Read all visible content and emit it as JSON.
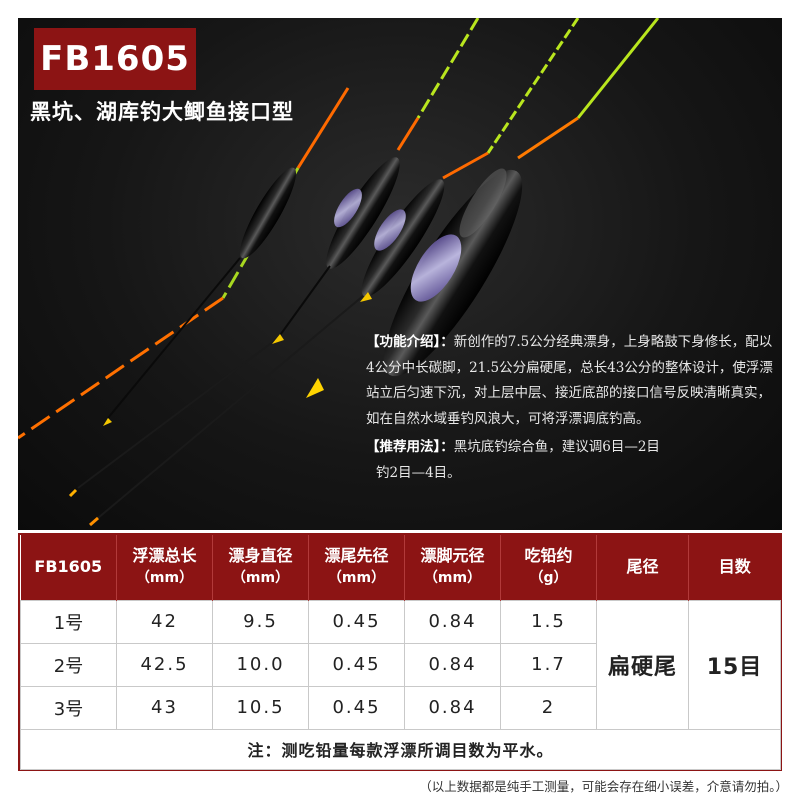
{
  "header": {
    "model": "FB1605",
    "subtitle": "黑坑、湖库钓大鲫鱼接口型"
  },
  "description": {
    "function_head": "【功能介绍】：",
    "function_text": "新创作的7.5公分经典漂身，上身略鼓下身修长，配以4公分中长碳脚，21.5公分扁硬尾，总长43公分的整体设计，使浮漂站立后匀速下沉，对上层中层、接近底部的接口信号反映清晰真实，如在自然水域垂钓风浪大，可将浮漂调底钓高。",
    "usage_head": "【推荐用法】：",
    "usage_text_1": "黑坑底钓综合鱼，建议调6目—2目",
    "usage_text_2": "钓2目—4目。"
  },
  "table": {
    "headers": [
      {
        "name": "FB1605",
        "unit": ""
      },
      {
        "name": "浮漂总长",
        "unit": "（mm）"
      },
      {
        "name": "漂身直径",
        "unit": "（mm）"
      },
      {
        "name": "漂尾先径",
        "unit": "（mm）"
      },
      {
        "name": "漂脚元径",
        "unit": "（mm）"
      },
      {
        "name": "吃铅约",
        "unit": "（g）"
      },
      {
        "name": "尾径",
        "unit": ""
      },
      {
        "name": "目数",
        "unit": ""
      }
    ],
    "rows": [
      {
        "label": "1号",
        "length": "42",
        "body": "9.5",
        "tail": "0.45",
        "foot": "0.84",
        "lead": "1.5"
      },
      {
        "label": "2号",
        "length": "42.5",
        "body": "10.0",
        "tail": "0.45",
        "foot": "0.84",
        "lead": "1.7"
      },
      {
        "label": "3号",
        "length": "43",
        "body": "10.5",
        "tail": "0.45",
        "foot": "0.84",
        "lead": "2"
      }
    ],
    "tail_type": "扁硬尾",
    "marks": "15目",
    "note": "注：测吃铅量每款浮漂所调目数为平水。"
  },
  "disclaimer": "（以上数据都是纯手工测量，可能会存在细小误差，介意请勿拍。）",
  "colors": {
    "brand_red": "#8c1414",
    "tip_green": "#b9e61e",
    "tip_orange": "#ff7a00",
    "float_body": "#050505"
  }
}
